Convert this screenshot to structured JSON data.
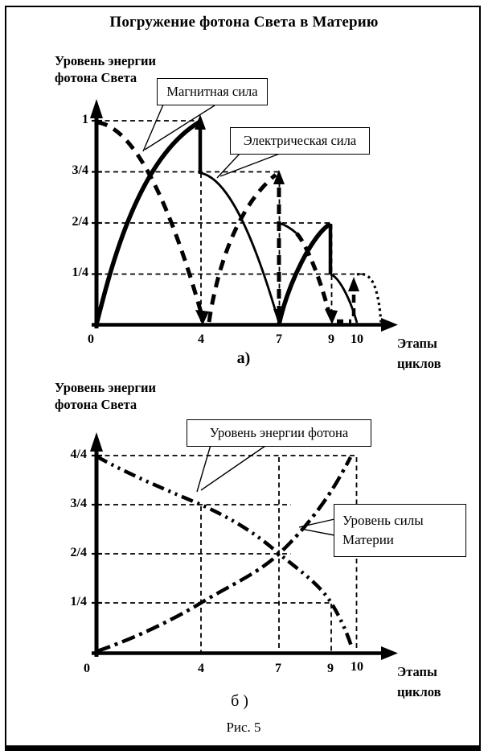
{
  "figure": {
    "title": "Погружение фотона Света в Материю",
    "caption": "Рис. 5"
  },
  "colors": {
    "ink": "#000000",
    "paper": "#ffffff"
  },
  "chart_a": {
    "y_title_1": "Уровень энергии",
    "y_title_2": "фотона Света",
    "x_title_1": "Этапы",
    "x_title_2": "циклов",
    "y_ticks": [
      "1",
      "3/4",
      "2/4",
      "1/4"
    ],
    "x_ticks": [
      "0",
      "4",
      "7",
      "9",
      "10"
    ],
    "label_magnetic": "Магнитная сила",
    "label_electric": "Электрическая сила",
    "caption": "а)"
  },
  "chart_b": {
    "y_title_1": "Уровень энергии",
    "y_title_2": "фотона Света",
    "x_title_1": "Этапы",
    "x_title_2": "циклов",
    "y_ticks": [
      "4/4",
      "3/4",
      "2/4",
      "1/4"
    ],
    "x_ticks": [
      "0",
      "4",
      "7",
      "9",
      "10"
    ],
    "label_photon": "Уровень энергии фотона",
    "label_matter_1": "Уровень силы",
    "label_matter_2": "Материи",
    "caption": "б )"
  },
  "chart_data": [
    {
      "type": "line",
      "panel": "а",
      "title": "Погружение фотона Света в Материю",
      "xlabel": "Этапы циклов",
      "ylabel": "Уровень энергии фотона Света",
      "xlim": [
        0,
        11
      ],
      "ylim": [
        0,
        1.1
      ],
      "x_ticks": [
        0,
        4,
        7,
        9,
        10
      ],
      "y_tick_labels": [
        "1/4",
        "2/4",
        "3/4",
        "1"
      ],
      "y_tick_values": [
        0.25,
        0.5,
        0.75,
        1.0
      ],
      "grid": "dashed at each tick",
      "series": [
        {
          "name": "Магнитная сила",
          "style": "thick solid rising arcs, thin solid falling arcs",
          "points": [
            [
              0,
              0
            ],
            [
              2,
              0.75
            ],
            [
              4,
              1.0
            ],
            [
              4,
              0.75
            ],
            [
              5.4,
              0.55
            ],
            [
              7,
              0
            ],
            [
              7,
              0.5
            ],
            [
              8,
              0.4
            ],
            [
              9,
              0.5
            ],
            [
              9,
              0.25
            ],
            [
              10,
              0
            ]
          ]
        },
        {
          "name": "Электрическая сила",
          "style": "thick dashed, arrows at jumps; dotted fade-out after 10",
          "points": [
            [
              0,
              1.0
            ],
            [
              2,
              0.75
            ],
            [
              4,
              0
            ],
            [
              5,
              0.3
            ],
            [
              7,
              0.75
            ],
            [
              7,
              0
            ],
            [
              8,
              0.35
            ],
            [
              9,
              0
            ],
            [
              9.8,
              0.25
            ],
            [
              10.2,
              0.25
            ],
            [
              10.8,
              0
            ]
          ]
        }
      ]
    },
    {
      "type": "line",
      "panel": "б",
      "xlabel": "Этапы циклов",
      "ylabel": "Уровень энергии фотона Света",
      "xlim": [
        0,
        11
      ],
      "ylim": [
        0,
        1.1
      ],
      "x_ticks": [
        0,
        4,
        7,
        9,
        10
      ],
      "y_tick_labels": [
        "1/4",
        "2/4",
        "3/4",
        "4/4"
      ],
      "y_tick_values": [
        0.25,
        0.5,
        0.75,
        1.0
      ],
      "grid": "dashed at each tick",
      "series": [
        {
          "name": "Уровень энергии фотона",
          "style": "dash-dot-dot, descending",
          "points": [
            [
              0,
              1.0
            ],
            [
              4,
              0.75
            ],
            [
              7,
              0.5
            ],
            [
              9,
              0.25
            ],
            [
              10,
              0
            ]
          ]
        },
        {
          "name": "Уровень силы Материи",
          "style": "dash-dot, ascending",
          "points": [
            [
              0,
              0
            ],
            [
              4,
              0.25
            ],
            [
              7,
              0.5
            ],
            [
              9,
              0.8
            ],
            [
              9.8,
              1.0
            ]
          ]
        }
      ]
    }
  ]
}
